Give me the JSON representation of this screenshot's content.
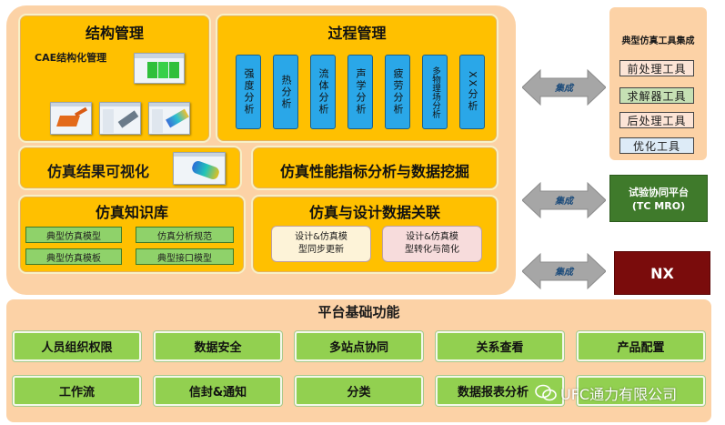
{
  "structure_mgmt": {
    "title": "结构管理",
    "cae_label": "CAE结构化管理"
  },
  "process_mgmt": {
    "title": "过程管理",
    "columns": [
      "强度分析",
      "热分析",
      "流体分析",
      "声学分析",
      "疲劳分析",
      "多物理场分析",
      "XX分析"
    ]
  },
  "visualization": {
    "title": "仿真结果可视化"
  },
  "performance": {
    "title": "仿真性能指标分析与数据挖掘"
  },
  "knowledge": {
    "title": "仿真知识库",
    "items": [
      "典型仿真模型",
      "仿真分析规范",
      "典型仿真模板",
      "典型接口模型"
    ]
  },
  "design_link": {
    "title": "仿真与设计数据关联",
    "box1": [
      "设计&仿真模",
      "型同步更新"
    ],
    "box2": [
      "设计&仿真模",
      "型转化与简化"
    ]
  },
  "arrows": {
    "label": "集成"
  },
  "tools_panel": {
    "title": "典型仿真工具集成",
    "tools": [
      "前处理工具",
      "求解器工具",
      "后处理工具",
      "优化工具"
    ],
    "tool_colors": [
      "#fce4d6",
      "#c6e0b4",
      "#fce4d6",
      "#ddebf7"
    ]
  },
  "tc_mro": {
    "line1": "试验协同平台",
    "line2": "(TC MRO)"
  },
  "nx": {
    "label": "NX"
  },
  "platform": {
    "title": "平台基础功能",
    "row1": [
      "人员组织权限",
      "数据安全",
      "多站点协同",
      "关系查看",
      "产品配置"
    ],
    "row2": [
      "工作流",
      "信封&通知",
      "分类",
      "数据报表分析",
      ""
    ]
  },
  "watermark": {
    "text": "UFC通力有限公司"
  },
  "colors": {
    "outer_panel": "#fcd2a6",
    "yellow_box": "#ffc000",
    "blue_column": "#2aa7e8",
    "green": "#92d050",
    "tc_mro_bg": "#3f7a2b",
    "nx_bg": "#7a0c0c"
  }
}
